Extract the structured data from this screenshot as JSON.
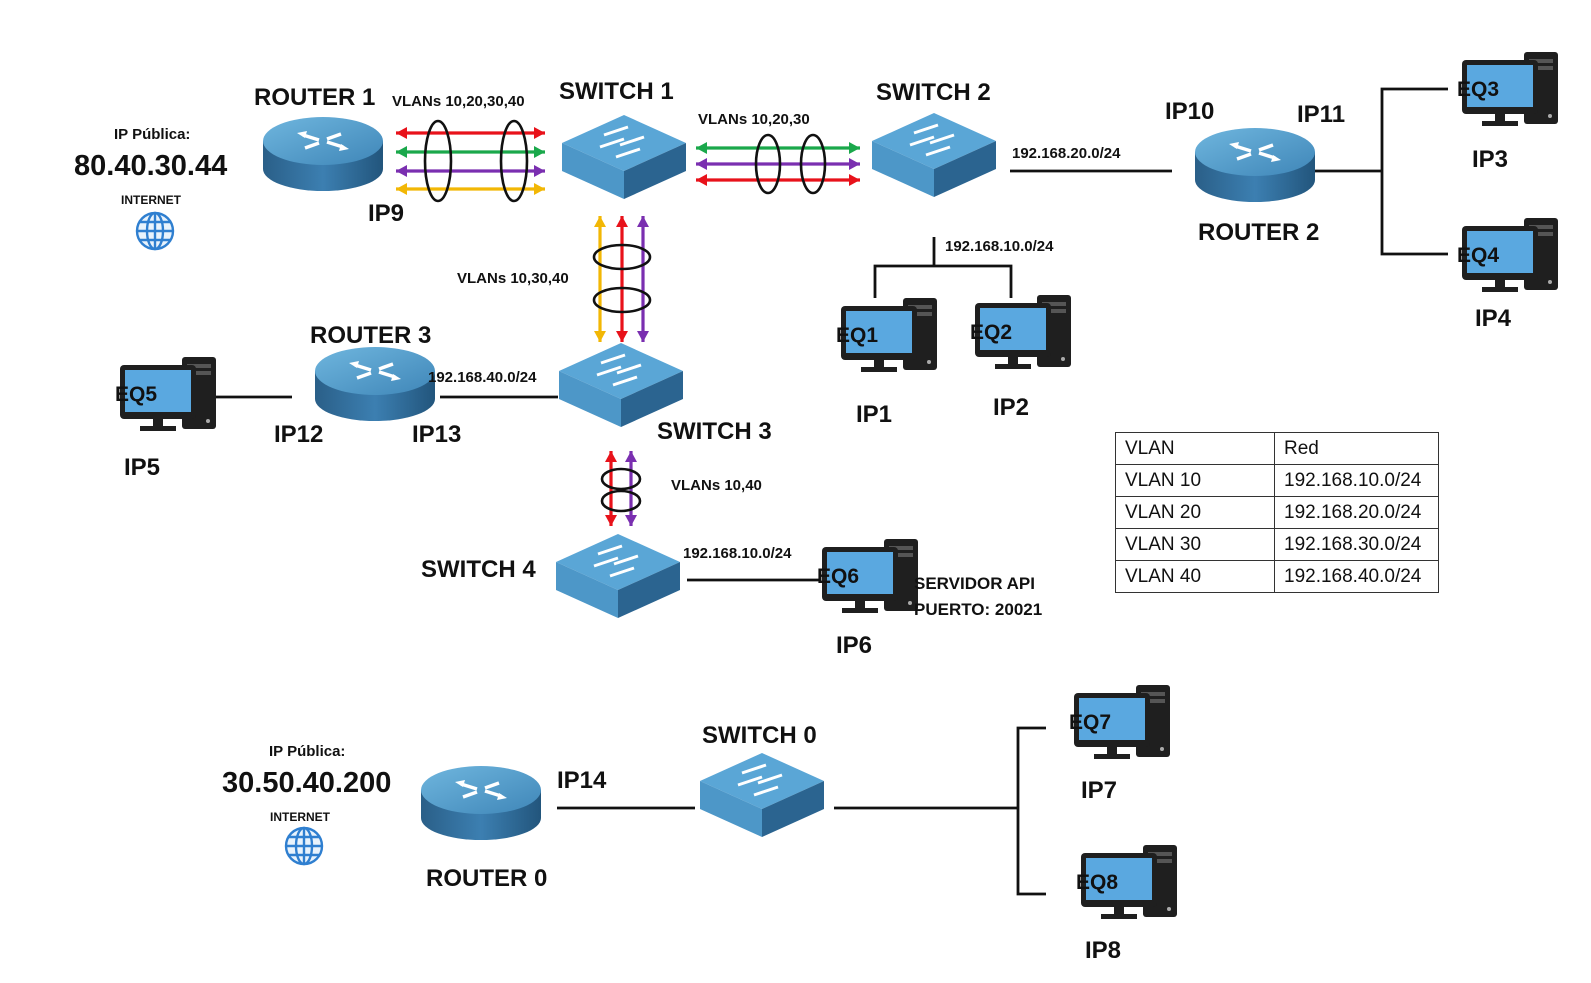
{
  "colors": {
    "vlan10": "#e8121a",
    "vlan20": "#1aa84b",
    "vlan30": "#7a2fb0",
    "vlan40": "#f2b705",
    "device_top": "#5fa4cf",
    "device_side": "#2f6d98",
    "monitor_screen": "#5aa8e0"
  },
  "devices": {
    "router1": "ROUTER 1",
    "router2": "ROUTER 2",
    "router3": "ROUTER 3",
    "router0": "ROUTER 0",
    "switch1": "SWITCH 1",
    "switch2": "SWITCH 2",
    "switch3": "SWITCH 3",
    "switch4": "SWITCH 4",
    "switch0": "SWITCH 0"
  },
  "computers": {
    "eq1": "EQ1",
    "eq2": "EQ2",
    "eq3": "EQ3",
    "eq4": "EQ4",
    "eq5": "EQ5",
    "eq6": "EQ6",
    "eq7": "EQ7",
    "eq8": "EQ8"
  },
  "ips": {
    "ip1": "IP1",
    "ip2": "IP2",
    "ip3": "IP3",
    "ip4": "IP4",
    "ip5": "IP5",
    "ip6": "IP6",
    "ip7": "IP7",
    "ip8": "IP8",
    "ip9": "IP9",
    "ip10": "IP10",
    "ip11": "IP11",
    "ip12": "IP12",
    "ip13": "IP13",
    "ip14": "IP14"
  },
  "public_top": {
    "label": "IP Pública:",
    "address": "80.40.30.44",
    "internet": "INTERNET"
  },
  "public_bottom": {
    "label": "IP Pública:",
    "address": "30.50.40.200",
    "internet": "INTERNET"
  },
  "trunks": {
    "r1_s1": "VLANs 10,20,30,40",
    "s1_s2": "VLANs 10,20,30",
    "s1_s3": "VLANs 10,30,40",
    "s3_s4": "VLANs 10,40"
  },
  "networks": {
    "s2_r2": "192.168.20.0/24",
    "s2_eq": "192.168.10.0/24",
    "r3_s3": "192.168.40.0/24",
    "s4_eq6": "192.168.10.0/24"
  },
  "server": {
    "line1": "SERVIDOR API",
    "line2": "PUERTO: 20021"
  },
  "vlan_table": {
    "headers": [
      "VLAN",
      "Red"
    ],
    "rows": [
      [
        "VLAN 10",
        "192.168.10.0/24"
      ],
      [
        "VLAN 20",
        "192.168.20.0/24"
      ],
      [
        "VLAN 30",
        "192.168.30.0/24"
      ],
      [
        "VLAN 40",
        "192.168.40.0/24"
      ]
    ]
  }
}
